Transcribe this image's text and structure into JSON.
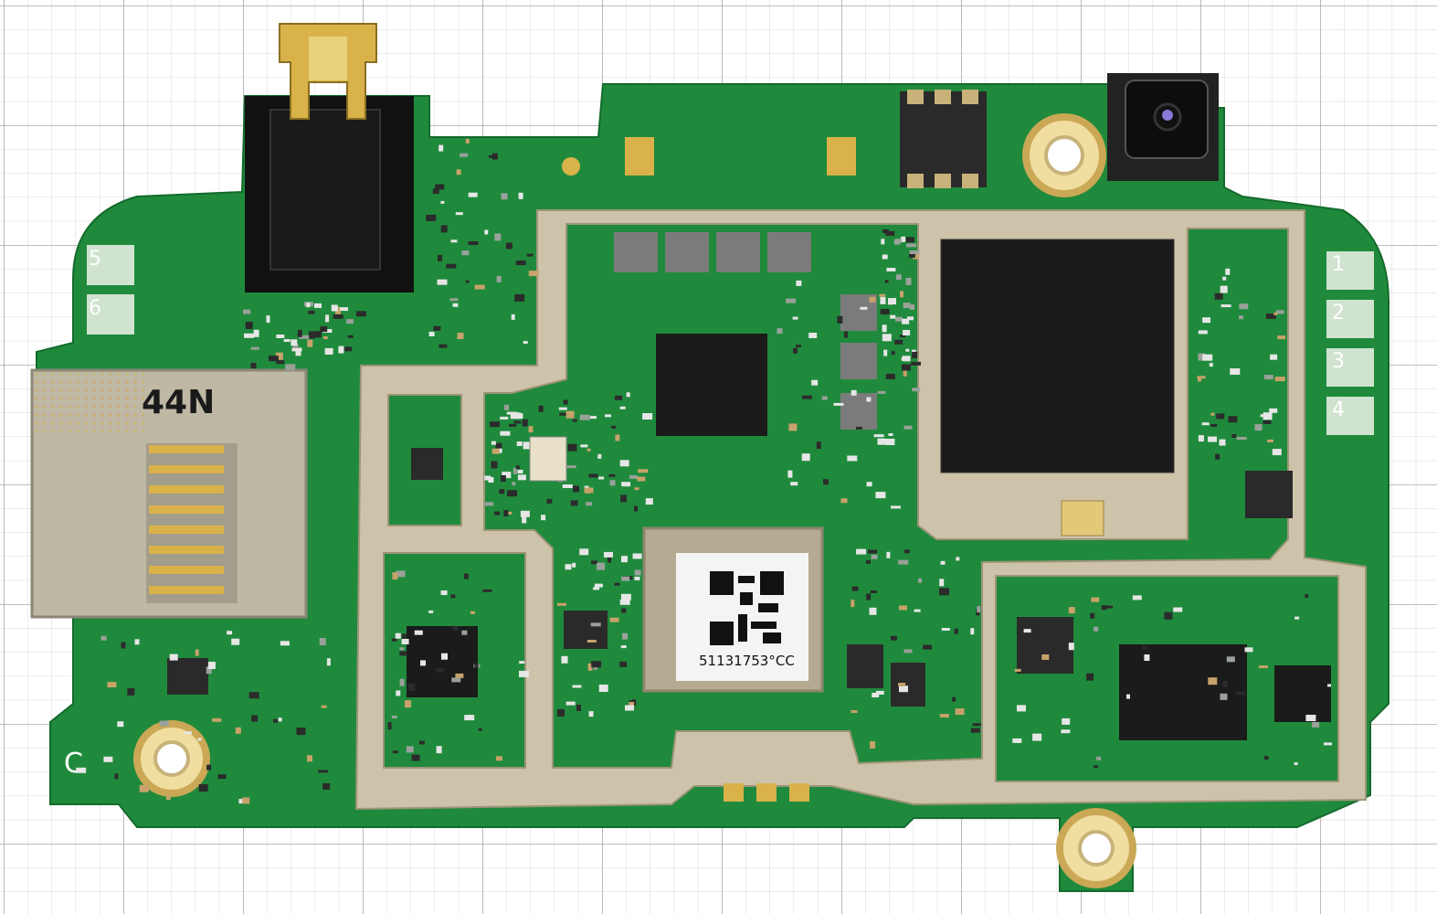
{
  "photo": {
    "colors": {
      "background": "#ffffff",
      "grid_minor": "#d7d7d7",
      "grid_major": "#a9a9a9",
      "pcb": "#1f8a3c",
      "pcb_dark": "#167030",
      "shield": "#cdc3aa",
      "gold": "#d9b24a",
      "chip": "#1b1b1b"
    },
    "card_slot_label": "44N",
    "qr_label_text": "51131753°CC",
    "pad_labels": [
      "5",
      "6",
      "1",
      "2",
      "3",
      "4"
    ],
    "corner_mark": "C"
  }
}
